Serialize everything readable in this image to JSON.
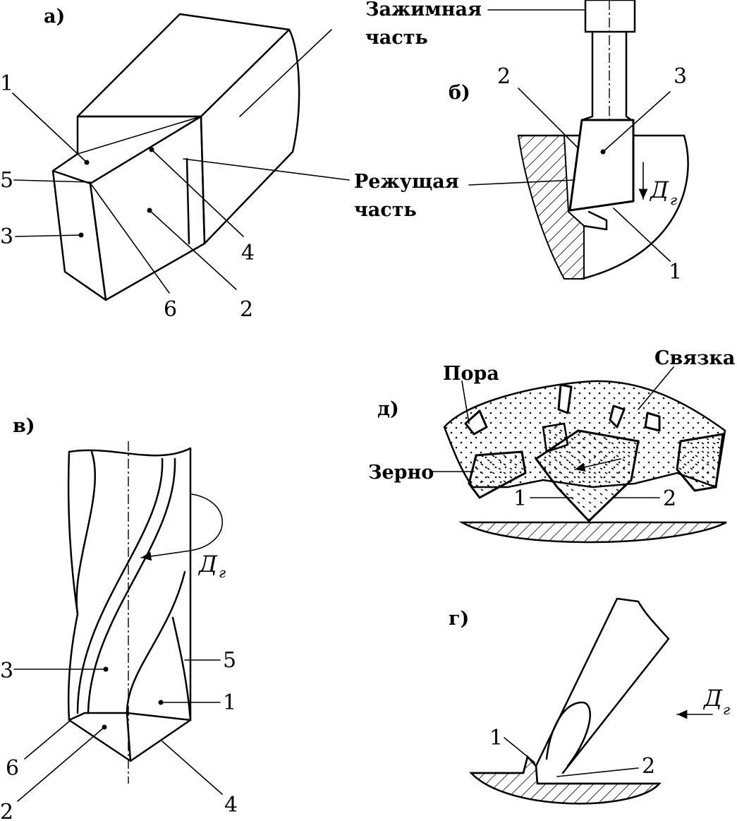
{
  "panels": {
    "a": {
      "letter": "а)",
      "numbers": {
        "n1": "1",
        "n2": "2",
        "n3": "3",
        "n4": "4",
        "n5": "5",
        "n6": "6"
      },
      "clamp_label_line1": "Зажимная",
      "clamp_label_line2": "часть",
      "cutting_label_line1": "Режущая",
      "cutting_label_line2": "часть"
    },
    "b": {
      "letter": "б)",
      "numbers": {
        "n1": "1",
        "n2": "2",
        "n3": "3"
      },
      "motion": "Д",
      "motion_sub": "г"
    },
    "v": {
      "letter": "в)",
      "numbers": {
        "n1": "1",
        "n2": "2",
        "n3": "3",
        "n4": "4",
        "n5": "5",
        "n6": "6"
      },
      "motion": "Д",
      "motion_sub": "г"
    },
    "d": {
      "letter": "д)",
      "pore": "Пора",
      "bond": "Связка",
      "grain": "Зерно",
      "numbers": {
        "n1": "1",
        "n2": "2"
      }
    },
    "g": {
      "letter": "г)",
      "numbers": {
        "n1": "1",
        "n2": "2"
      },
      "motion": "Д",
      "motion_sub": "г"
    }
  }
}
